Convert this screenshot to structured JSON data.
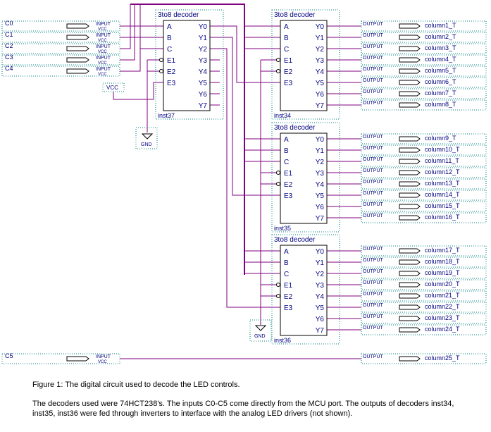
{
  "colors": {
    "wire": "#800080",
    "pin": "#000080",
    "frame": "#008080",
    "label": "#000080"
  },
  "decoder": {
    "title": "3to8 decoder",
    "inputs": [
      "A",
      "B",
      "C",
      "E1",
      "E2",
      "E3"
    ],
    "outputs": [
      "Y0",
      "Y1",
      "Y2",
      "Y3",
      "Y4",
      "Y5",
      "Y6",
      "Y7"
    ],
    "instances": [
      "inst37",
      "inst34",
      "inst35",
      "inst36"
    ]
  },
  "input_pins": {
    "labels": [
      "C0",
      "C1",
      "C2",
      "C3",
      "C4",
      "C5"
    ],
    "tag": "INPUT",
    "sub": "VCC"
  },
  "output_pins": {
    "tag": "OUTPUT",
    "labels": [
      "column1_T",
      "column2_T",
      "column3_T",
      "column4_T",
      "column5_T",
      "column6_T",
      "column7_T",
      "column8_T",
      "column9_T",
      "column10_T",
      "column11_T",
      "column12_T",
      "column13_T",
      "column14_T",
      "column15_T",
      "column16_T",
      "column17_T",
      "column18_T",
      "column19_T",
      "column20_T",
      "column21_T",
      "column22_T",
      "column23_T",
      "column24_T",
      "column25_T"
    ]
  },
  "supplies": {
    "vcc": "VCC",
    "gnd": "GND"
  },
  "caption": {
    "figure": "Figure 1: The digital circuit used to decode the LED controls.",
    "body": "The decoders used were 74HCT238's. The inputs C0-C5 come directly from the MCU port. The outputs of decoders inst34, inst35, inst36 were fed through inverters to interface with the analog LED drivers (not shown)."
  }
}
